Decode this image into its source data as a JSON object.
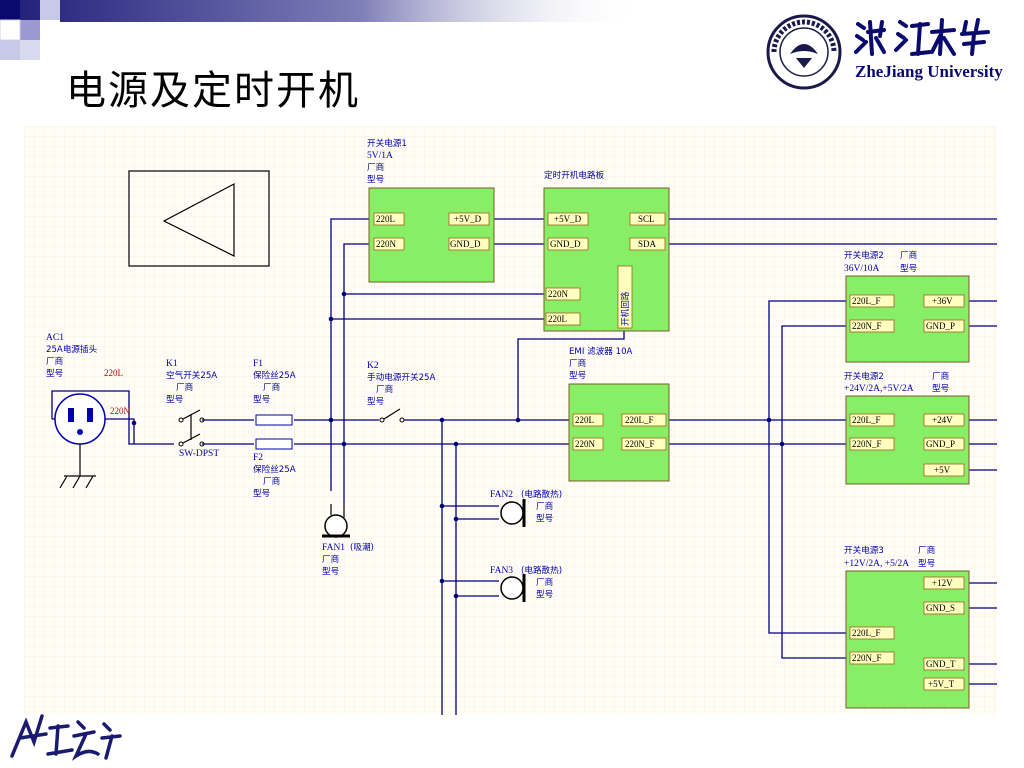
{
  "slide": {
    "title": "电源及定时开机",
    "university": "ZheJiang University",
    "colors": {
      "block_fill": "#88ee66",
      "port_fill": "#ffffc0",
      "wire": "#0000cc",
      "label": "#0000aa",
      "net_label": "#a01010",
      "title_bar": "#0a0a6e"
    }
  },
  "diagram": {
    "ac1": {
      "ref": "AC1",
      "name": "25A电源插头",
      "mfr": "厂商",
      "model": "型号",
      "net_l": "220L",
      "net_n": "220N"
    },
    "k1": {
      "ref": "K1",
      "name": "空气开关25A",
      "mfr": "厂商",
      "model": "型号",
      "type": "SW-DPST"
    },
    "f1": {
      "ref": "F1",
      "name": "保险丝25A",
      "mfr": "厂商",
      "model": "型号"
    },
    "f2": {
      "ref": "F2",
      "name": "保险丝25A",
      "mfr": "厂商",
      "model": "型号"
    },
    "k2": {
      "ref": "K2",
      "name": "手动电源开关25A",
      "mfr": "厂商",
      "model": "型号"
    },
    "psu1": {
      "title": "开关电源1",
      "spec": "5V/1A",
      "mfr": "厂商",
      "model": "型号",
      "pins": [
        "220L",
        "220N",
        "+5V_D",
        "GND_D"
      ]
    },
    "timer": {
      "title": "定时开机电路板",
      "pins": [
        "+5V_D",
        "GND_D",
        "SCL",
        "SDA",
        "220N",
        "220L"
      ],
      "vertical_label": "开机回路"
    },
    "emi": {
      "title": "EMI 滤波器 10A",
      "mfr": "厂商",
      "model": "型号",
      "pins": [
        "220L",
        "220N",
        "220L_F",
        "220N_F"
      ]
    },
    "fan1": {
      "ref": "FAN1",
      "name": "(吸潮)",
      "mfr": "厂商",
      "model": "型号"
    },
    "fan2": {
      "ref": "FAN2",
      "name": "(电路散热)",
      "mfr": "厂商",
      "model": "型号"
    },
    "fan3": {
      "ref": "FAN3",
      "name": "(电路散热)",
      "mfr": "厂商",
      "model": "型号"
    },
    "psu2a": {
      "title": "开关电源2",
      "spec": "36V/10A",
      "mfr": "厂商",
      "model": "型号",
      "pins": [
        "220L_F",
        "220N_F",
        "+36V",
        "GND_P"
      ]
    },
    "psu2b": {
      "title": "开关电源2",
      "spec": "+24V/2A,+5V/2A",
      "mfr": "厂商",
      "model": "型号",
      "pins": [
        "220L_F",
        "220N_F",
        "+24V",
        "GND_P",
        "+5V"
      ]
    },
    "psu3": {
      "title": "开关电源3",
      "spec": "+12V/2A, +5/2A",
      "mfr": "厂商",
      "model": "型号",
      "pins": [
        "+12V",
        "GND_S",
        "220L_F",
        "220N_F",
        "GND_T",
        "+5V_T"
      ]
    }
  }
}
